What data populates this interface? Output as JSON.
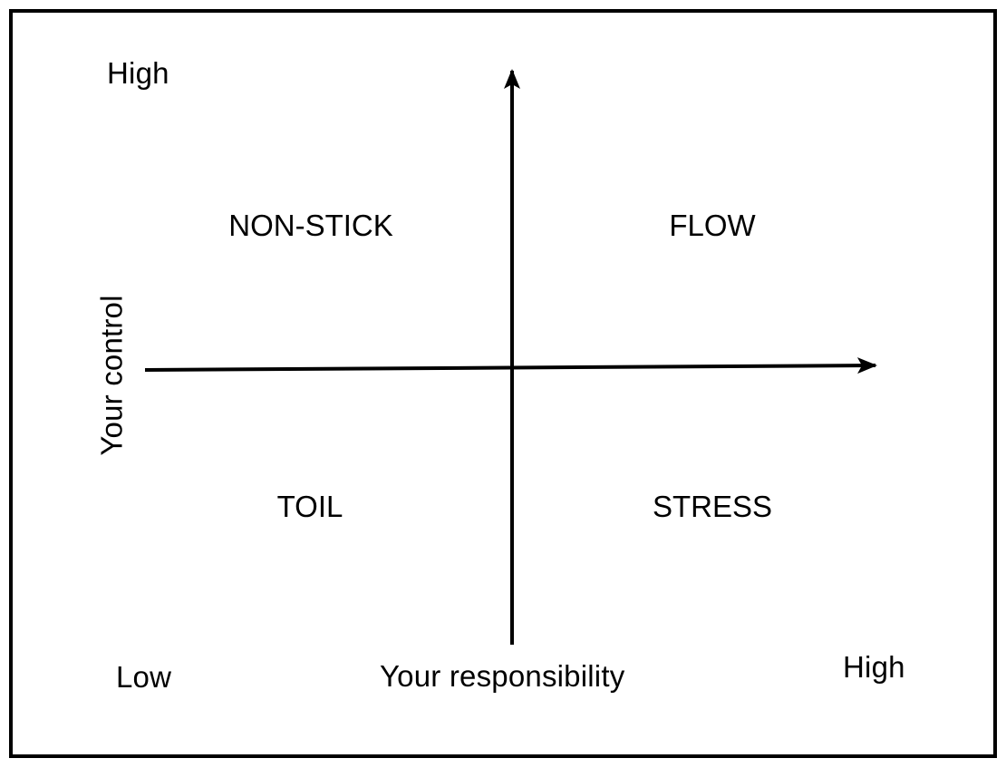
{
  "diagram": {
    "axes": {
      "x_label": "Your responsibility",
      "y_label": "Your control",
      "low_label": "Low",
      "high_top_label": "High",
      "high_right_label": "High"
    },
    "quadrants": {
      "top_left": "NON-STICK",
      "top_right": "FLOW",
      "bottom_left": "TOIL",
      "bottom_right": "STRESS"
    },
    "colors": {
      "ink": "#000000",
      "background": "#ffffff"
    }
  }
}
